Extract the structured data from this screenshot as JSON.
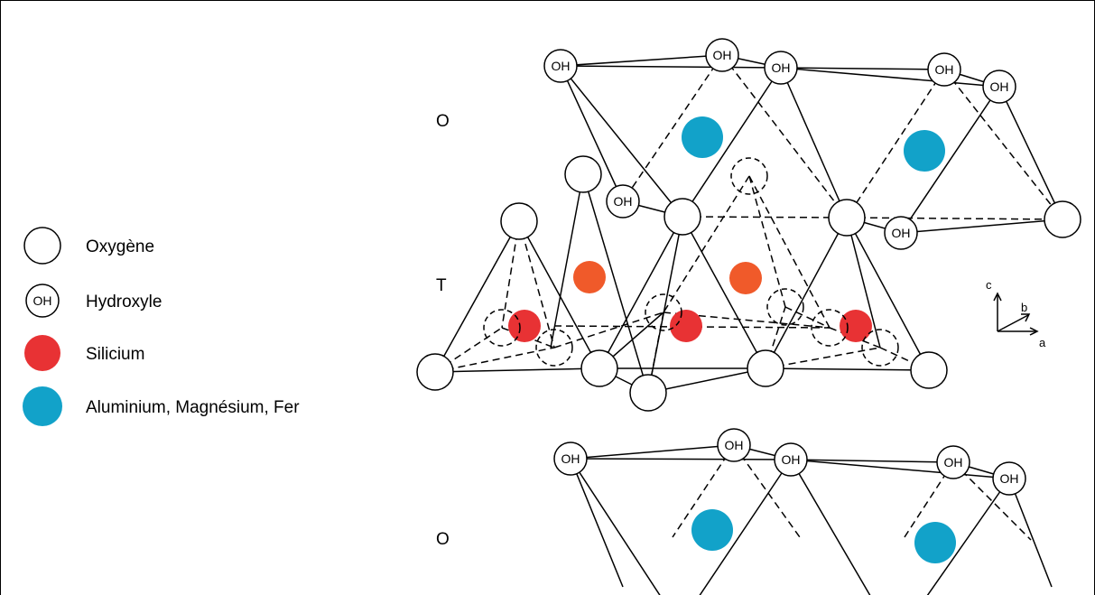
{
  "legend": {
    "oxygen": "Oxygène",
    "hydroxyl": "Hydroxyle",
    "hydroxyl_symbol": "OH",
    "silicon": "Silicium",
    "octa_cations": "Aluminium, Magnésium, Fer"
  },
  "layers": {
    "octa_top": "O",
    "tetra": "T",
    "octa_bottom": "O"
  },
  "axes": {
    "c": "c",
    "b": "b",
    "a": "a"
  },
  "colors": {
    "silicon": "#e83234",
    "silicon_back": "#f05a2a",
    "octa_cation": "#12a2c9",
    "outline": "#000000",
    "background": "#ffffff"
  },
  "atom_label": "OH"
}
